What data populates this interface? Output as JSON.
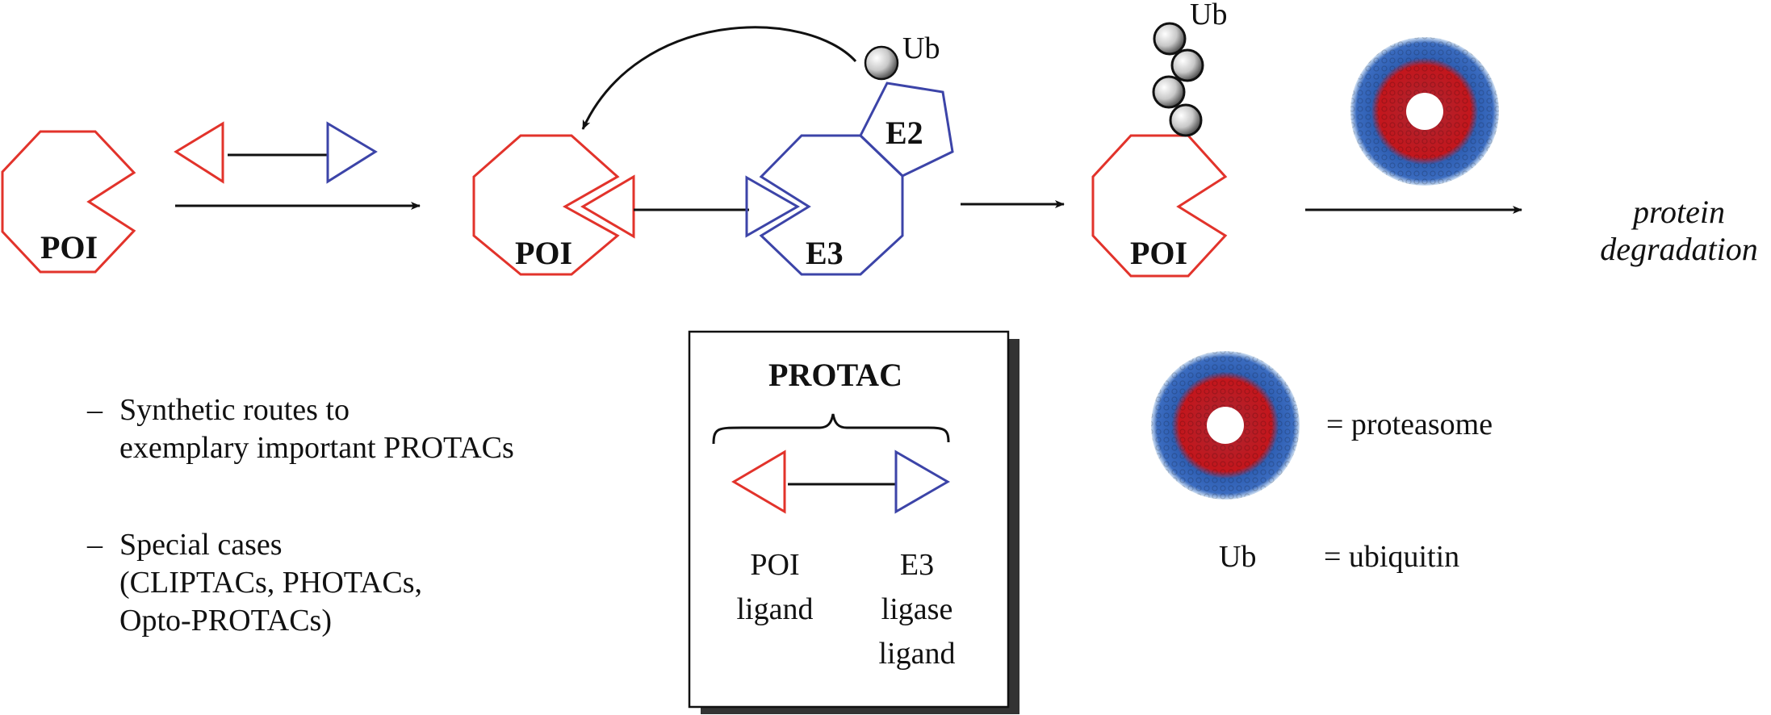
{
  "figure": {
    "description": "PROTAC mechanism of action scheme",
    "colors": {
      "poi": "#e2332b",
      "e3": "#3c44a8",
      "line": "#111111",
      "proteasome_core": "#c4161c",
      "proteasome_outer": "#2f5fb3"
    },
    "step1": {
      "poi_label": "POI"
    },
    "step2": {
      "poi_label": "POI",
      "e3_label": "E3",
      "e2_label": "E2",
      "ub_label": "Ub"
    },
    "step3": {
      "poi_label": "POI",
      "ub_label": "Ub",
      "ub_chain_count": 4
    },
    "step4": {
      "result_line1": "protein",
      "result_line2": "degradation"
    },
    "bullets": [
      {
        "dash": "–",
        "lines": [
          "Synthetic routes to",
          "exemplary important PROTACs"
        ]
      },
      {
        "dash": "–",
        "lines": [
          "Special cases",
          "(CLIPTACs, PHOTACs,",
          "Opto-PROTACs)"
        ]
      }
    ],
    "protac_box": {
      "title": "PROTAC",
      "left_lines": [
        "POI",
        "ligand"
      ],
      "right_lines": [
        "E3",
        "ligase",
        "ligand"
      ]
    },
    "legend": {
      "proteasome_text": "= proteasome",
      "ub_symbol": "Ub",
      "ub_text": "= ubiquitin"
    }
  }
}
